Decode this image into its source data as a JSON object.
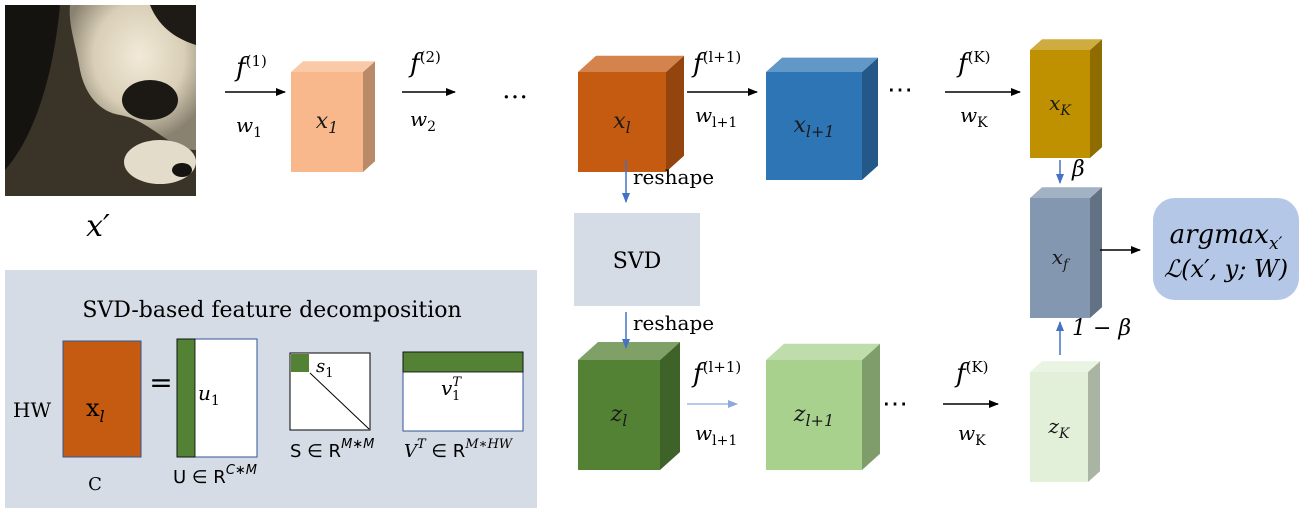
{
  "image_caption": "x′",
  "top_row": {
    "f1": "f",
    "f1_sup": "(1)",
    "w1": "w",
    "w1_sub": "1",
    "x1": "x",
    "x1_sub": "1",
    "f2": "f",
    "f2_sup": "(2)",
    "w2": "w",
    "w2_sub": "2",
    "dots1": "…",
    "xl": "x",
    "xl_sub": "l",
    "fl1": "f",
    "fl1_sup": "(l+1)",
    "wl1": "w",
    "wl1_sub": "l+1",
    "xl1": "x",
    "xl1_sub": "l+1",
    "dots2": "⋯",
    "fK": "f",
    "fK_sup": "(K)",
    "wK": "w",
    "wK_sub": "K",
    "xK": "x",
    "xK_sub": "K"
  },
  "middle": {
    "reshape1": "reshape",
    "svd": "SVD",
    "reshape2": "reshape",
    "beta": "β",
    "one_minus_beta": "1 − β",
    "xf": "x",
    "xf_sub": "f",
    "objective_line1": "argmax",
    "objective_line1_sub": "x′",
    "objective_line2": "ℒ(x′, y; W)"
  },
  "bottom_row": {
    "zl": "z",
    "zl_sub": "l",
    "fl1": "f",
    "fl1_sup": "(l+1)",
    "wl1": "w",
    "wl1_sub": "l+1",
    "zl1": "z",
    "zl1_sub": "l+1",
    "dots": "⋯",
    "fK": "f",
    "fK_sup": "(K)",
    "wK": "w",
    "wK_sub": "K",
    "zK": "z",
    "zK_sub": "K"
  },
  "decomposition_panel": {
    "title": "SVD-based feature decomposition",
    "hw": "HW",
    "xl": "x",
    "xl_sub": "l",
    "c": "C",
    "equals": "=",
    "u1": "u",
    "u1_sub": "1",
    "u_label": "U ∈ R",
    "u_label_sup": "C∗M",
    "s1": "s",
    "s1_sub": "1",
    "s_label": "S ∈ R",
    "s_label_sup": "M∗M",
    "v1": "v",
    "v1_sub": "1",
    "v1_sup": "T",
    "v_label": "V",
    "v_label_T": "T",
    "v_label_mid": " ∈ R",
    "v_label_sup": "M∗HW"
  },
  "colors": {
    "panda_bg": "#3a3327",
    "x1": "#f8b88b",
    "xl": "#c55a11",
    "xl1": "#2e75b6",
    "xK": "#bf9000",
    "xf": "#8497b0",
    "zl": "#548235",
    "zl1": "#a9d18e",
    "zK": "#e2f0d9",
    "svd_box": "#d6dce5",
    "panel_bg": "#d6dce5",
    "objective_bg": "#b4c7e7",
    "blue_arrow": "#4472c4"
  }
}
